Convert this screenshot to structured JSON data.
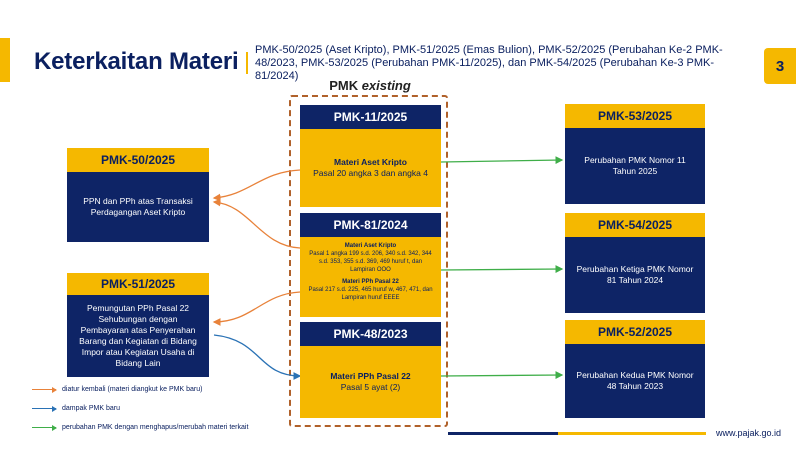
{
  "header": {
    "title": "Keterkaitan Materi",
    "subtitle": "PMK-50/2025 (Aset Kripto), PMK-51/2025 (Emas Bulion), PMK-52/2025 (Perubahan Ke-2 PMK-48/2023, PMK-53/2025 (Perubahan PMK-11/2025), dan PMK-54/2025 (Perubahan Ke-3 PMK-81/2024)",
    "page_number": "3"
  },
  "existing_label_prefix": "PMK ",
  "existing_label_italic": "existing",
  "left": [
    {
      "title": "PMK-50/2025",
      "text": "PPN dan PPh atas Transaksi Perdagangan Aset Kripto"
    },
    {
      "title": "PMK-51/2025",
      "text": "Pemungutan PPh Pasal 22 Sehubungan dengan Pembayaran atas Penyerahan Barang dan Kegiatan di Bidang Impor atau Kegiatan Usaha di Bidang Lain"
    }
  ],
  "middle": [
    {
      "title": "PMK-11/2025",
      "body_title": "Materi Aset Kripto",
      "body_text": "Pasal 20 angka 3 dan angka 4"
    },
    {
      "title": "PMK-81/2024",
      "item1_title": "Materi Aset Kripto",
      "item1_text": "Pasal 1 angka 199 s.d. 206, 340 s.d. 342, 344 s.d. 353, 355 s.d. 369, 469 huruf t, dan Lampiran OOO",
      "item2_title": "Materi PPh Pasal 22",
      "item2_text": "Pasal 217 s.d. 225, 465 huruf w, 467, 471, dan Lampiran huruf EEEE"
    },
    {
      "title": "PMK-48/2023",
      "body_title": "Materi PPh Pasal 22",
      "body_text": "Pasal 5 ayat (2)"
    }
  ],
  "right": [
    {
      "title": "PMK-53/2025",
      "text": "Perubahan PMK Nomor 11 Tahun 2025"
    },
    {
      "title": "PMK-54/2025",
      "text": "Perubahan Ketiga PMK Nomor 81 Tahun 2024"
    },
    {
      "title": "PMK-52/2025",
      "text": "Perubahan Kedua PMK Nomor 48 Tahun 2023"
    }
  ],
  "legend": [
    {
      "label": "diatur kembali (materi diangkut ke PMK baru)",
      "color": "#e8823a"
    },
    {
      "label": "dampak PMK baru",
      "color": "#2a72b5"
    },
    {
      "label": "perubahan PMK dengan menghapus/merubah materi terkait",
      "color": "#3fae49"
    }
  ],
  "footer_url": "www.pajak.go.id",
  "colors": {
    "navy": "#0e2466",
    "yellow": "#f5b800",
    "orange": "#e8823a",
    "blue": "#2a72b5",
    "green": "#3fae49"
  }
}
